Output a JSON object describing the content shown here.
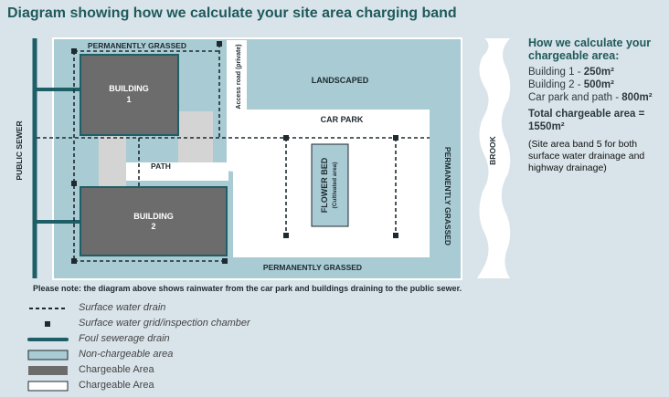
{
  "title": "Diagram showing how we calculate your site area charging band",
  "labels": {
    "public_sewer": "PUBLIC SEWER",
    "permanently_grassed_top": "PERMANENTLY GRASSED",
    "building1": "BUILDING",
    "building1_num": "1",
    "access_road": "Access road (private)",
    "landscaped": "LANDSCAPED",
    "car_park": "CAR PARK",
    "path": "PATH",
    "flower_bed": "FLOWER BED",
    "flower_bed_sub": "(Cultivated area)",
    "building2": "BUILDING",
    "building2_num": "2",
    "permanently_grassed_bottom": "PERMANENTLY GRASSED",
    "permanently_grassed_right": "PERMANENTLY GRASSED",
    "brook": "BROOK"
  },
  "panel": {
    "heading": "How we calculate your chargeable area:",
    "items": [
      {
        "label": "Building 1 - ",
        "value": "250m²"
      },
      {
        "label": "Building 2 - ",
        "value": "500m²"
      },
      {
        "label": "Car park and path - ",
        "value": "800m²"
      }
    ],
    "total": "Total chargeable area = 1550m²",
    "note": "(Site area band 5 for both surface water drainage and highway drainage)"
  },
  "note": "Please note: the diagram above shows rainwater from the car park and buildings draining to the public sewer.",
  "legend": [
    {
      "type": "dashed",
      "label": "Surface water drain"
    },
    {
      "type": "chamber",
      "label": "Surface water grid/inspection chamber"
    },
    {
      "type": "foul",
      "label": "Foul sewerage drain"
    },
    {
      "type": "noncharge",
      "label": "Non-chargeable area"
    },
    {
      "type": "charge-dark",
      "label": "Chargeable Area"
    },
    {
      "type": "charge-white",
      "label": "Chargeable Area"
    }
  ],
  "colors": {
    "background": "#d9e4ea",
    "non_chargeable": "#a9cbd3",
    "building": "#6c6c6c",
    "sewer": "#1e5e66",
    "title": "#1f5a5c"
  }
}
